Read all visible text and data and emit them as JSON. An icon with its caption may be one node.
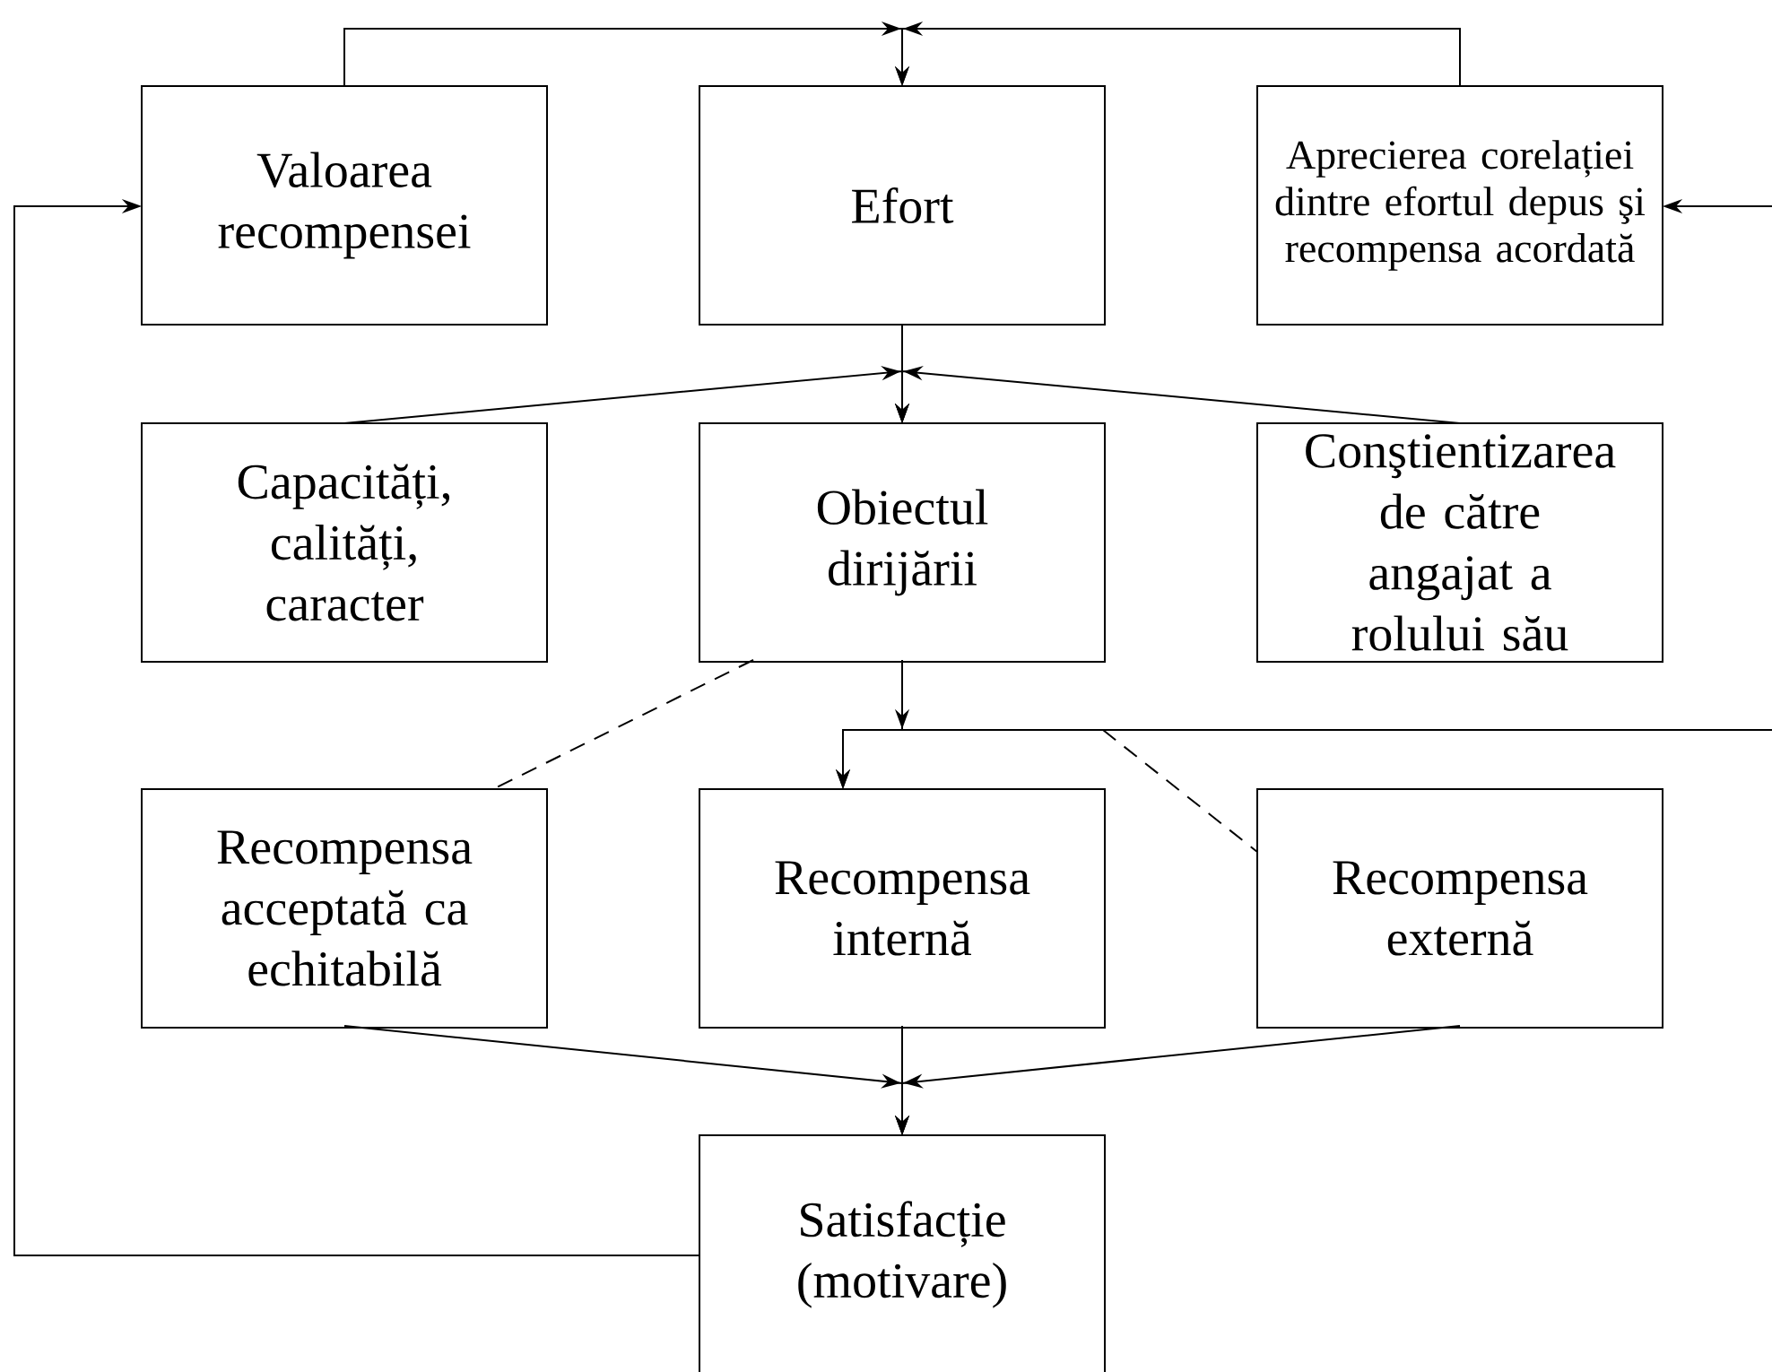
{
  "diagram": {
    "nodes": [
      {
        "text": [
          "Valoarea recompensei"
        ]
      },
      {
        "text": [
          "Efort"
        ]
      },
      {
        "text": [
          "Aprecierea corelației dintre efortul depus şi recompensa acordată"
        ]
      },
      {
        "text": [
          "Capacități, calități, caracter"
        ]
      },
      {
        "text": [
          "Obiectul dirijării"
        ]
      },
      {
        "text": [
          "Conştientizarea de către angajat a rolului său"
        ]
      },
      {
        "text": [
          "Recompensa acceptată ca echitabilă"
        ]
      },
      {
        "text": [
          "Recompensa internă"
        ]
      },
      {
        "text": [
          "Recompensa externă"
        ]
      },
      {
        "text": [
          "Satisfacție (motivare)"
        ]
      }
    ],
    "edges": [
      {
        "from": 0,
        "to": 1,
        "arrow": "to"
      },
      {
        "from": 2,
        "to": 1,
        "arrow": "to"
      },
      {
        "from": null,
        "to": 2,
        "arrow": "to"
      },
      {
        "from": 1,
        "to": 4,
        "arrow": "to"
      },
      {
        "from": 3,
        "to": 4,
        "arrow": "to"
      },
      {
        "from": 5,
        "to": 4,
        "arrow": "to"
      },
      {
        "from": 4,
        "to": 7,
        "arrow": "to"
      },
      {
        "from": null,
        "to": 7,
        "arrow": "to"
      },
      {
        "from": 4,
        "to": 6,
        "arrow": "none",
        "style": "dashed"
      },
      {
        "from": null,
        "to": 8,
        "arrow": "none",
        "style": "dashed"
      },
      {
        "from": 6,
        "to": 9,
        "arrow": "to"
      },
      {
        "from": 7,
        "to": 9,
        "arrow": "to"
      },
      {
        "from": 8,
        "to": 9,
        "arrow": "to"
      },
      {
        "from": 9,
        "to": 0,
        "arrow": "to"
      }
    ]
  }
}
